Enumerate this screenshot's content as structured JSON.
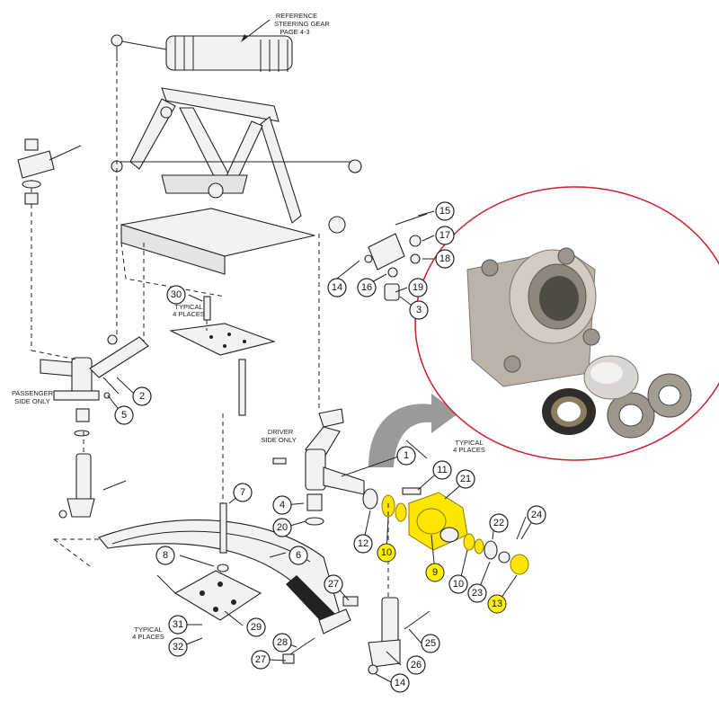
{
  "notes": {
    "reference": [
      "REFERENCE",
      "STEERING GEAR",
      "PAGE 4-3"
    ],
    "passenger": [
      "PASSENGER",
      "SIDE ONLY"
    ],
    "driver": [
      "DRIVER",
      "SIDE ONLY"
    ],
    "typical_right": [
      "TYPICAL",
      "4 PLACES"
    ],
    "typical_top": [
      "TYPICAL",
      "4 PLACES"
    ],
    "typical_bottom": [
      "TYPICAL",
      "4 PLACES"
    ]
  },
  "callouts": {
    "c1": "1",
    "c2": "2",
    "c3": "3",
    "c4": "4",
    "c5": "5",
    "c6": "6",
    "c7": "7",
    "c8": "8",
    "c9": "9",
    "c10a": "10",
    "c10b": "10",
    "c11": "11",
    "c12": "12",
    "c13": "13",
    "c14a": "14",
    "c14b": "14",
    "c15": "15",
    "c16": "16",
    "c17": "17",
    "c18": "18",
    "c19": "19",
    "c20": "20",
    "c21": "21",
    "c22": "22",
    "c23": "23",
    "c24": "24",
    "c25": "25",
    "c26": "26",
    "c27a": "27",
    "c27b": "27",
    "c28": "28",
    "c29": "29",
    "c30": "30",
    "c31": "31",
    "c32": "32"
  },
  "highlighted_callouts": [
    "9",
    "10",
    "13"
  ],
  "colors": {
    "highlight": "#fff200",
    "inset_outline": "#cc1f2a",
    "arrow": "#9a9a9a",
    "line": "#222222"
  }
}
